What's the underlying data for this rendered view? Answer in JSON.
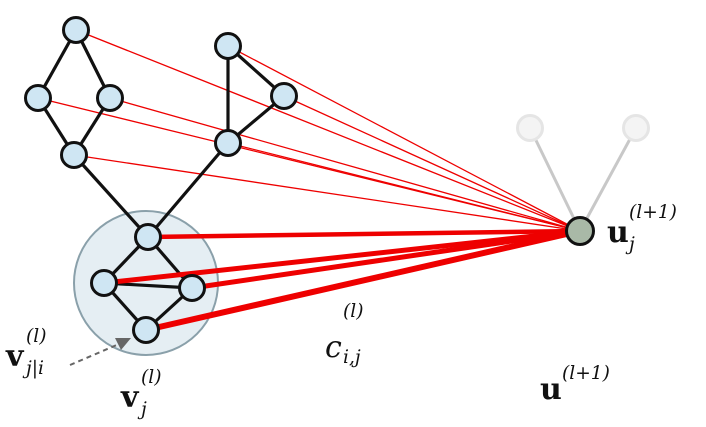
{
  "colors": {
    "node_fill": "#cfe6f3",
    "node_stroke": "#111111",
    "node_target_fill": "#a9b9a7",
    "node_faded": "#e5e5e5",
    "edge_dark": "#111111",
    "edge_faded": "#c8c8c8",
    "edge_red": "#ee0000",
    "circle_fill": "#e5eef3",
    "circle_stroke": "#8aa0aa",
    "arrow": "#666666"
  },
  "labels": {
    "u_target": {
      "base": "u",
      "sub": "j",
      "sup": "(l+1)"
    },
    "v_part": {
      "base": "v",
      "sub": "j|i",
      "sup": "(l)"
    },
    "v_whole": {
      "base": "v",
      "sub": "j",
      "sup": "(l)"
    },
    "coupling": {
      "base": "c",
      "sub": "i,j",
      "sup": "(l)"
    },
    "u_layer": {
      "base": "u",
      "sup": "(l+1)"
    }
  }
}
